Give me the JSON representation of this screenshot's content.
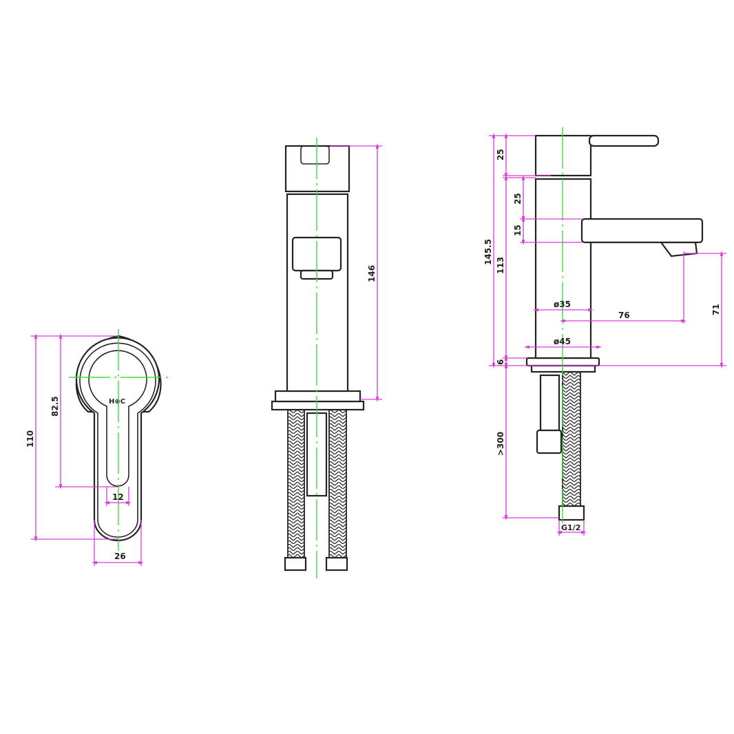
{
  "colors": {
    "outline": "#222222",
    "dimension": "#d63cd6",
    "centerline": "#3ddc3d"
  },
  "handle_view": {
    "marking": "H⊕C",
    "dims": {
      "height": "110",
      "to_slot": "82.5",
      "slot_width": "12",
      "width": "26"
    }
  },
  "front_view": {
    "dims": {
      "height": "146"
    }
  },
  "side_view": {
    "dims": {
      "overall": "145.5",
      "handle": "25",
      "body": "113",
      "to_spout": "25",
      "spout": "15",
      "base": "6",
      "hose": ">300",
      "body_dia": "ø35",
      "reach": "76",
      "base_dia": "ø45",
      "spout_height": "71",
      "thread": "G1/2"
    }
  }
}
